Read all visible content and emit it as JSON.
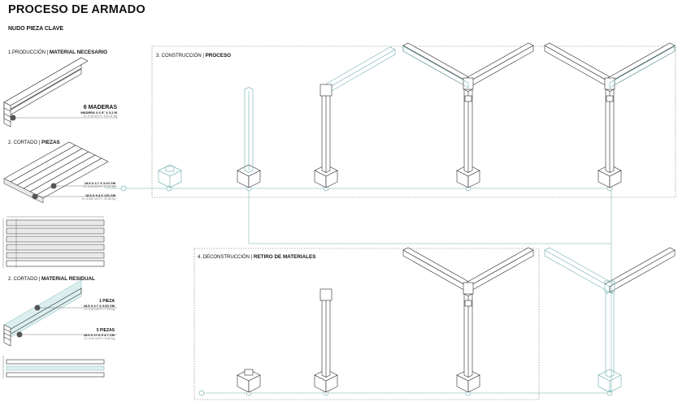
{
  "header": {
    "title": "PROCESO DE ARMADO",
    "subtitle": "NUDO PIEZA CLAVE"
  },
  "sections": {
    "produccion": {
      "prefix": "1.PRODUCCIÓN |",
      "name": "MATERIAL NECESARIO"
    },
    "cortado_piezas": {
      "prefix": "2. CORTADO |",
      "name": "PIEZAS"
    },
    "cortado_residual": {
      "prefix": "2. CORTADO |",
      "name": "MATERIAL RESIDUAL"
    },
    "construccion": {
      "prefix": "3. CONSTRUCCIÓN |",
      "name": "PROCESO"
    },
    "deconstruccion": {
      "prefix": "4. DECONSTRUCCIÓN |",
      "name": "RETIRO DE MATERIALES"
    }
  },
  "labels": {
    "maderas": {
      "main": "6 MADERAS",
      "sub": "MADERA 4 X 8\" X 3.2 M",
      "tiny": "V= 0.05 m3     P= 125.31 Kg"
    },
    "pieza_a": {
      "sub": "18.5 X 4.7 X 3.20 CM",
      "tiny": "V= 0.24 m3     P= 13.21 Kg"
    },
    "pieza_b": {
      "sub": "18.5 X 9.4 X 120 CM",
      "tiny": "V= 0.052 m3     P= 25.98 Kg"
    },
    "residual_1": {
      "main": "1 PIEZA",
      "sub": "18.5 X 4.7 X 3.60 CM",
      "tiny": "V= 0.02 m3     P= 7.21 Kg"
    },
    "residual_5": {
      "main": "5 PIEZAS",
      "sub": "18.5 X 27.6 X 4.7 CM",
      "tiny": "V= 0.02 m3     P= 6.36 Kg"
    }
  },
  "icons": [
    "stacked-lumber-icon",
    "cut-pieces-icon",
    "base-block-icon",
    "column-icon",
    "y-node-icon"
  ],
  "colors": {
    "accent": "#7fb7b8",
    "ink": "#2b2b2b",
    "frame": "#777777"
  }
}
